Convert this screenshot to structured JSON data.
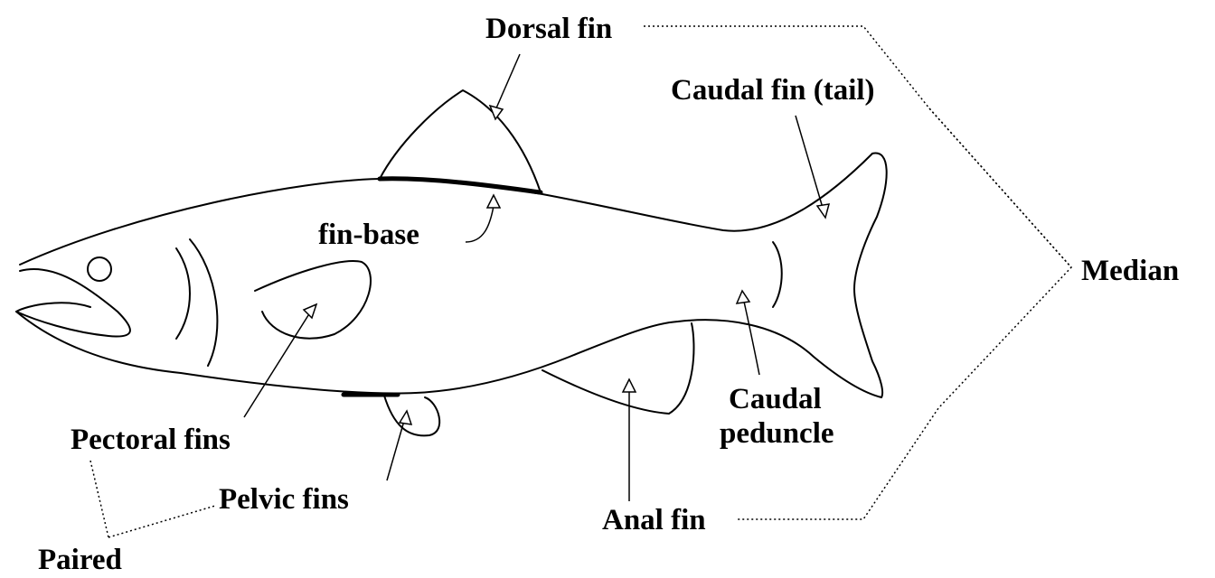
{
  "labels": {
    "dorsal_fin": "Dorsal fin",
    "caudal_fin": "Caudal fin (tail)",
    "fin_base": "fin-base",
    "median": "Median",
    "pectoral_fins": "Pectoral fins",
    "caudal": "Caudal",
    "peduncle": "peduncle",
    "pelvic_fins": "Pelvic fins",
    "anal_fin": "Anal fin",
    "paired": "Paired"
  }
}
